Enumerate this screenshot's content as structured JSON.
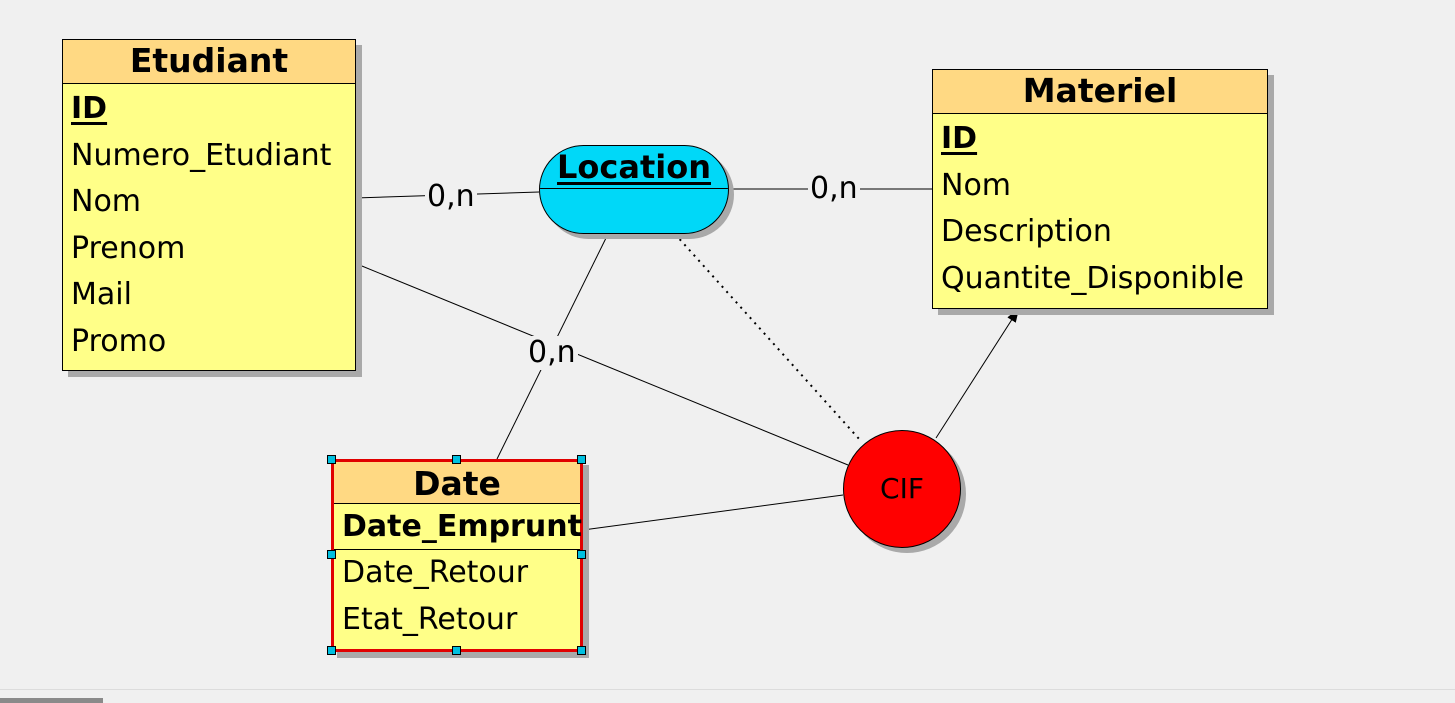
{
  "entities": {
    "etudiant": {
      "title": "Etudiant",
      "key": "ID",
      "fields": [
        "Numero_Etudiant",
        "Nom",
        "Prenom",
        "Mail",
        "Promo"
      ]
    },
    "materiel": {
      "title": "Materiel",
      "key": "ID",
      "fields": [
        "Nom",
        "Description",
        "Quantite_Disponible"
      ]
    },
    "date": {
      "title": "Date",
      "key": "Date_Emprunt",
      "fields": [
        "Date_Retour",
        "Etat_Retour"
      ]
    }
  },
  "relation": {
    "title": "Location"
  },
  "cardinalities": {
    "etudiant_location": "0,n",
    "materiel_location": "0,n",
    "date_location": "0,n"
  },
  "cif": {
    "label": "CIF"
  },
  "colors": {
    "entity_fill": "#ffff88",
    "entity_header": "#ffd983",
    "relation_fill": "#00d8f8",
    "cif_fill": "#ff0000",
    "selection_border": "#e00000",
    "handle": "#00c0e0",
    "background": "#f0f0f0"
  }
}
